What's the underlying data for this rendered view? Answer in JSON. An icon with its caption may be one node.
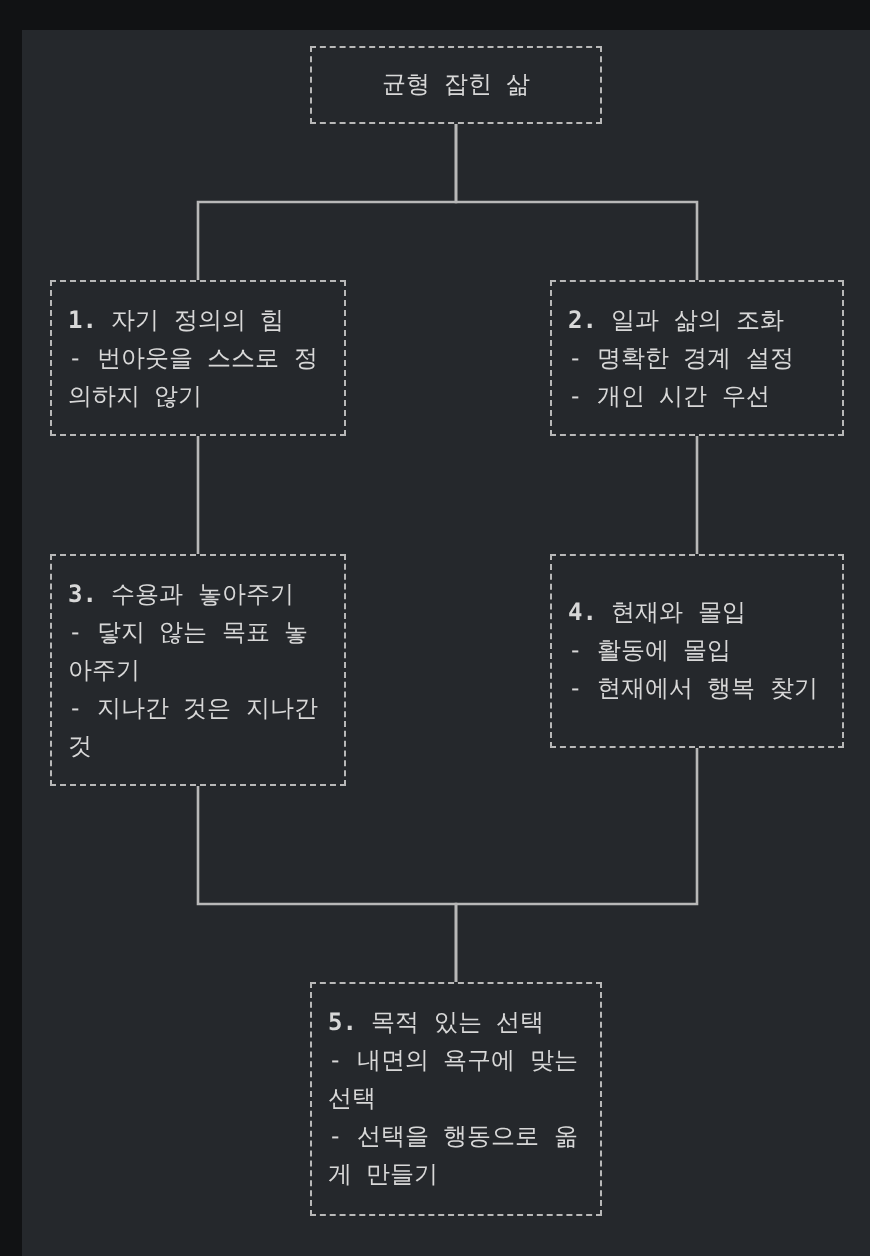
{
  "diagram": {
    "nodes": [
      {
        "text": [
          "균형 잡힌 삶"
        ]
      },
      {
        "text": [
          "**1.** 자기 정의의 힘",
          "- 번아웃을 스스로 정의하지 않기"
        ]
      },
      {
        "text": [
          "**2.** 일과 삶의 조화",
          "- 명확한 경계 설정",
          "- 개인 시간 우선"
        ]
      },
      {
        "text": [
          "**3.** 수용과 놓아주기",
          "- 닿지 않는 목표 놓아주기",
          "- 지나간 것은 지나간 것"
        ]
      },
      {
        "text": [
          "**4.** 현재와 몰입",
          "- 활동에 몰입",
          "- 현재에서 행복 찾기"
        ]
      },
      {
        "text": [
          "**5.** 목적 있는 선택",
          "- 내면의 욕구에 맞는 선택",
          "- 선택을 행동으로 옮게 만들기"
        ]
      }
    ],
    "edges": [
      {
        "from": 0,
        "to": 1,
        "arrow": "none"
      },
      {
        "from": 0,
        "to": 2,
        "arrow": "none"
      },
      {
        "from": 1,
        "to": 3,
        "arrow": "none"
      },
      {
        "from": 2,
        "to": 4,
        "arrow": "none"
      },
      {
        "from": 3,
        "to": 5,
        "arrow": "none"
      },
      {
        "from": 4,
        "to": 5,
        "arrow": "none"
      }
    ]
  }
}
